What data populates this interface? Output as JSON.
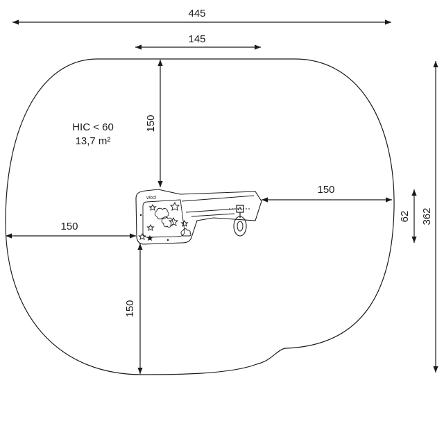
{
  "dimensions": {
    "total_width": "445",
    "top_width": "145",
    "top_depth": "150",
    "right_side": "150",
    "left_side": "150",
    "bottom_depth": "150",
    "equipment_depth": "62",
    "total_depth": "362"
  },
  "safety_zone": {
    "hic": "HIC < 60",
    "area": "13,7 m²"
  },
  "equipment": {
    "brand_mark": "vinci"
  },
  "colors": {
    "line": "#1a1a1a",
    "background": "#ffffff"
  },
  "icons": [
    "arrow-icon",
    "star-icon",
    "cloud-icon",
    "steering-wheel-icon"
  ]
}
